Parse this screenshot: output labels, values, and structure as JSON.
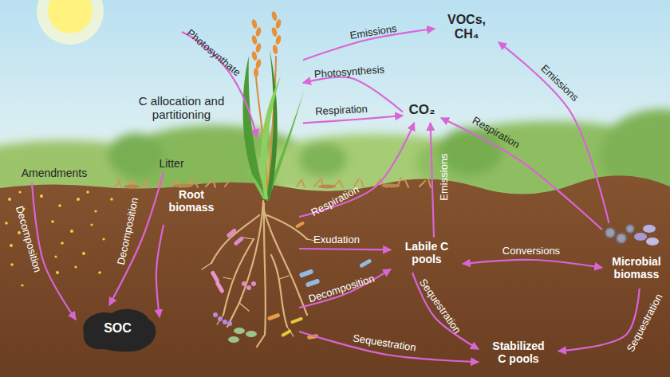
{
  "diagram": {
    "nodes": [
      {
        "text": [
          "VOCs, CH₄"
        ]
      },
      {
        "text": [
          "C allocation and partitioning"
        ]
      },
      {
        "text": [
          "CO₂"
        ]
      },
      {
        "text": [
          "Amendments"
        ]
      },
      {
        "text": [
          "Litter"
        ]
      },
      {
        "text": [
          "Root biomass"
        ]
      },
      {
        "text": [
          "SOC"
        ]
      },
      {
        "text": [
          "Labile C pools"
        ]
      },
      {
        "text": [
          "Microbial biomass"
        ]
      },
      {
        "text": [
          "Stabilized C pools"
        ]
      }
    ],
    "edges": [
      {
        "from": 1,
        "to": 0,
        "label": "Emissions",
        "arrow": "to"
      },
      {
        "from": 2,
        "to": 1,
        "label": "Photosynthesis",
        "arrow": "to"
      },
      {
        "from": 1,
        "to": 2,
        "label": "Respiration",
        "arrow": "to"
      },
      {
        "from": 8,
        "to": 0,
        "label": "Emissions",
        "arrow": "to"
      },
      {
        "from": 8,
        "to": 2,
        "label": "Respiration",
        "arrow": "to"
      },
      {
        "from": 5,
        "to": 2,
        "label": "Respiration",
        "arrow": "to"
      },
      {
        "from": 7,
        "to": 2,
        "label": "Emissions",
        "arrow": "to"
      },
      {
        "from": 5,
        "to": 7,
        "label": "Exudation",
        "arrow": "to"
      },
      {
        "from": 5,
        "to": 7,
        "label": "Decomposition",
        "arrow": "to"
      },
      {
        "from": 7,
        "to": 8,
        "label": "Conversions",
        "arrow": "both"
      },
      {
        "from": 7,
        "to": 9,
        "label": "Sequestration",
        "arrow": "to"
      },
      {
        "from": 8,
        "to": 9,
        "label": "Sequestration",
        "arrow": "to"
      },
      {
        "from": 5,
        "to": 9,
        "label": "Sequestration",
        "arrow": "to"
      },
      {
        "from": 3,
        "to": 6,
        "label": "Decomposition",
        "arrow": "to"
      },
      {
        "from": 4,
        "to": 6,
        "label": "Decomposition",
        "arrow": "to"
      },
      {
        "from": 5,
        "to": 6,
        "arrow": "to"
      }
    ],
    "labels": [
      "Photosynthate"
    ]
  }
}
